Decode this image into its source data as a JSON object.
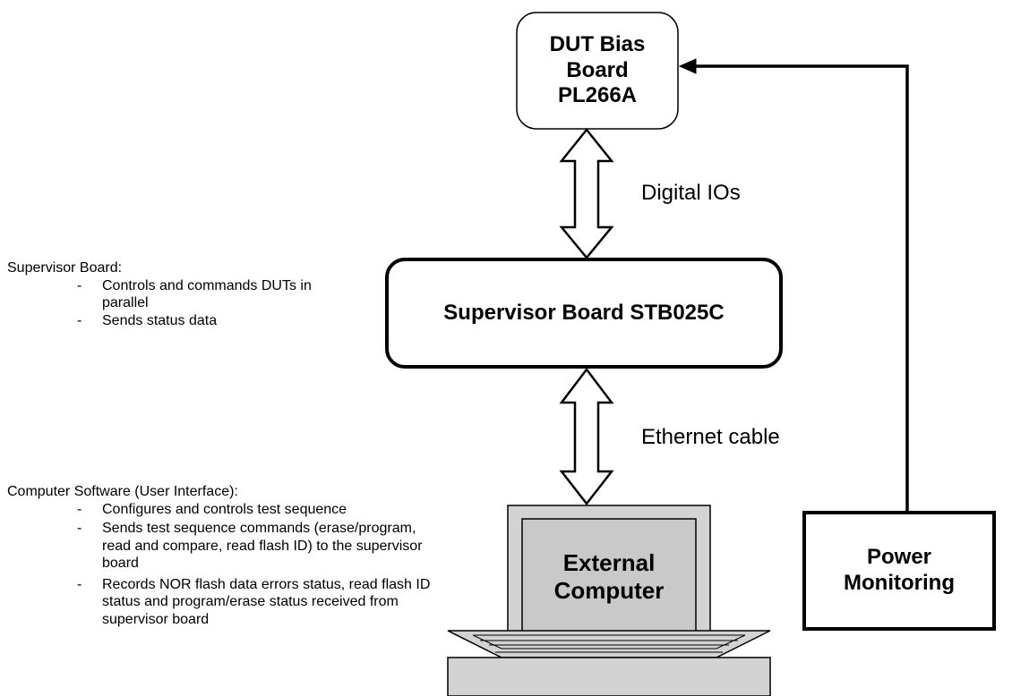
{
  "boxes": {
    "dut_bias": [
      "DUT Bias",
      "Board",
      "PL266A"
    ],
    "supervisor": "Supervisor Board STB025C",
    "power": [
      "Power",
      "Monitoring"
    ],
    "computer": [
      "External",
      "Computer"
    ]
  },
  "connections": {
    "digital": "Digital IOs",
    "ethernet": "Ethernet cable"
  },
  "notes": {
    "supervisor": {
      "heading": "Supervisor Board:",
      "items": [
        "Controls and commands DUTs in parallel",
        "Sends status data"
      ]
    },
    "computer": {
      "heading": "Computer Software (User Interface):",
      "items": [
        "Configures and controls test sequence",
        "Sends test sequence commands (erase/program, read and compare, read flash ID) to the supervisor board",
        "Records NOR flash data errors status, read flash ID status and program/erase status received from supervisor board"
      ]
    }
  },
  "colors": {
    "stroke": "#000000",
    "screen_fill": "#c9c9c9",
    "laptop_fill": "#d3d3d3",
    "box_fill": "#ffffff"
  }
}
